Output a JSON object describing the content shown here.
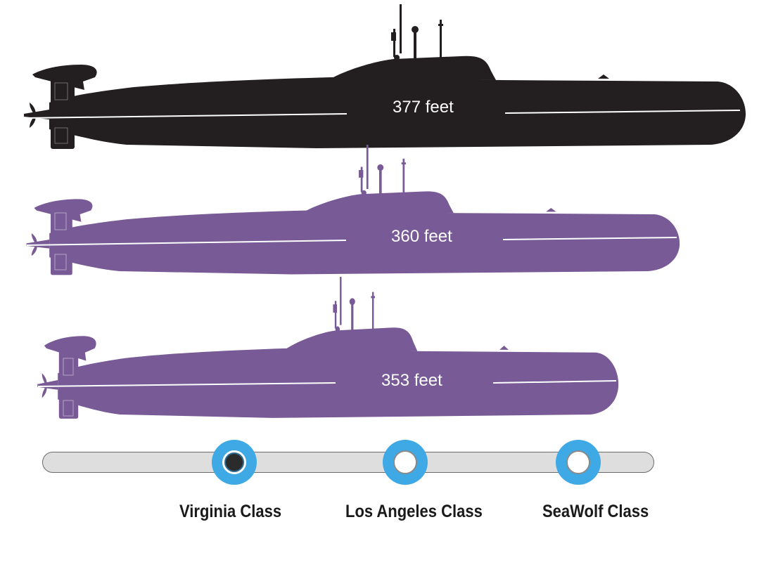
{
  "submarines": [
    {
      "length_label": "377 feet",
      "color": "#231f20"
    },
    {
      "length_label": "360 feet",
      "color": "#775a96"
    },
    {
      "length_label": "353 feet",
      "color": "#775a96"
    }
  ],
  "slider": {
    "options": [
      {
        "label": "Virginia Class",
        "selected": true
      },
      {
        "label": "Los Angeles Class",
        "selected": false
      },
      {
        "label": "SeaWolf Class",
        "selected": false
      }
    ],
    "knob_color": "#3ea9e5",
    "track_color": "#dedede"
  }
}
